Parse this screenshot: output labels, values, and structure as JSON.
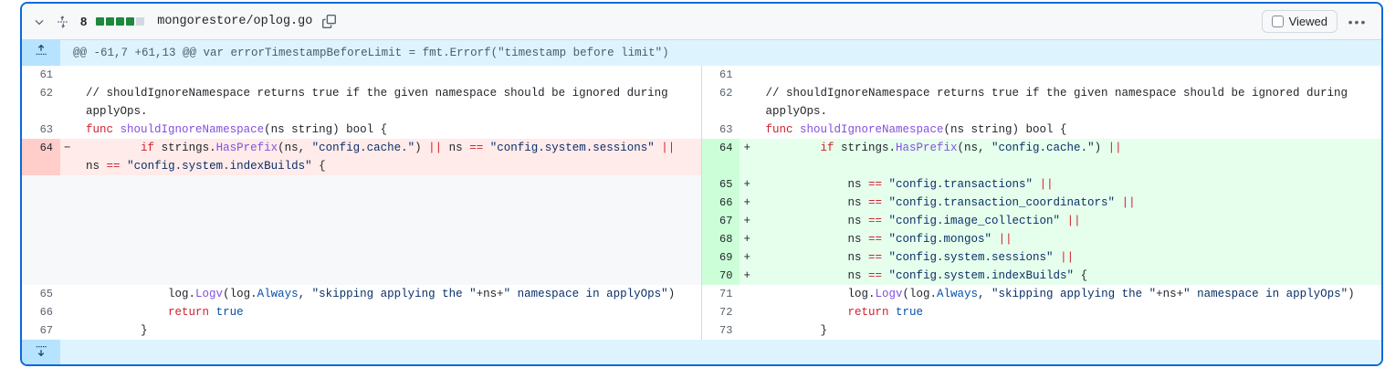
{
  "file_header": {
    "collapse_icon": "chevron-down-icon",
    "expand_icon": "unfold-icon",
    "change_count": "8",
    "diffstat": [
      "add",
      "add",
      "add",
      "add",
      "neutral"
    ],
    "file_name": "mongorestore/oplog.go",
    "copy_icon": "copy-icon",
    "viewed_label": "Viewed",
    "kebab_label": "•••"
  },
  "colors": {
    "accent": "#0969da",
    "addition_bg": "#e6ffec",
    "addition_gutter": "#ccffd8",
    "deletion_bg": "#ffebe9",
    "deletion_gutter": "#ffcecb",
    "hunk_bg": "#ddf4ff",
    "hunk_gutter": "#b6e3ff",
    "empty_bg": "#f6f8fa",
    "diffstat_green": "#1f883d",
    "diffstat_neutral": "#d1d9e0"
  },
  "hunk": {
    "expand_up_icon": "expand-up-icon",
    "header": "@@ -61,7 +61,13 @@ var errorTimestampBeforeLimit = fmt.Errorf(\"timestamp before limit\")"
  },
  "footer": {
    "expand_down_icon": "expand-down-icon"
  },
  "left": {
    "lines": [
      {
        "num": "61",
        "mark": "",
        "type": "context",
        "text": ""
      },
      {
        "num": "62",
        "mark": "",
        "type": "context",
        "text": "// shouldIgnoreNamespace returns true if the given namespace should be ignored during applyOps."
      },
      {
        "num": "63",
        "mark": "",
        "type": "context",
        "text": "func shouldIgnoreNamespace(ns string) bool {"
      },
      {
        "num": "64",
        "mark": "−",
        "type": "deletion",
        "text": "        if strings.HasPrefix(ns, \"config.cache.\") || ns == \"config.system.sessions\" || ns == \"config.system.indexBuilds\" {"
      },
      {
        "num": "",
        "mark": "",
        "type": "empty",
        "text": ""
      },
      {
        "num": "65",
        "mark": "",
        "type": "context",
        "text": "            log.Logv(log.Always, \"skipping applying the \"+ns+\" namespace in applyOps\")"
      },
      {
        "num": "66",
        "mark": "",
        "type": "context",
        "text": "            return true"
      },
      {
        "num": "67",
        "mark": "",
        "type": "context",
        "text": "        }"
      }
    ]
  },
  "right": {
    "lines": [
      {
        "num": "61",
        "mark": "",
        "type": "context",
        "text": ""
      },
      {
        "num": "62",
        "mark": "",
        "type": "context",
        "text": "// shouldIgnoreNamespace returns true if the given namespace should be ignored during applyOps."
      },
      {
        "num": "63",
        "mark": "",
        "type": "context",
        "text": "func shouldIgnoreNamespace(ns string) bool {"
      },
      {
        "num": "64",
        "mark": "+",
        "type": "addition",
        "text": "        if strings.HasPrefix(ns, \"config.cache.\") ||"
      },
      {
        "num": "65",
        "mark": "+",
        "type": "addition",
        "text": "            ns == \"config.transactions\" ||"
      },
      {
        "num": "66",
        "mark": "+",
        "type": "addition",
        "text": "            ns == \"config.transaction_coordinators\" ||"
      },
      {
        "num": "67",
        "mark": "+",
        "type": "addition",
        "text": "            ns == \"config.image_collection\" ||"
      },
      {
        "num": "68",
        "mark": "+",
        "type": "addition",
        "text": "            ns == \"config.mongos\" ||"
      },
      {
        "num": "69",
        "mark": "+",
        "type": "addition",
        "text": "            ns == \"config.system.sessions\" ||",
        "comment_button": "+"
      },
      {
        "num": "70",
        "mark": "+",
        "type": "addition",
        "text": "            ns == \"config.system.indexBuilds\" {"
      },
      {
        "num": "71",
        "mark": "",
        "type": "context",
        "text": "            log.Logv(log.Always, \"skipping applying the \"+ns+\" namespace in applyOps\")"
      },
      {
        "num": "72",
        "mark": "",
        "type": "context",
        "text": "            return true"
      },
      {
        "num": "73",
        "mark": "",
        "type": "context",
        "text": "        }"
      }
    ]
  }
}
